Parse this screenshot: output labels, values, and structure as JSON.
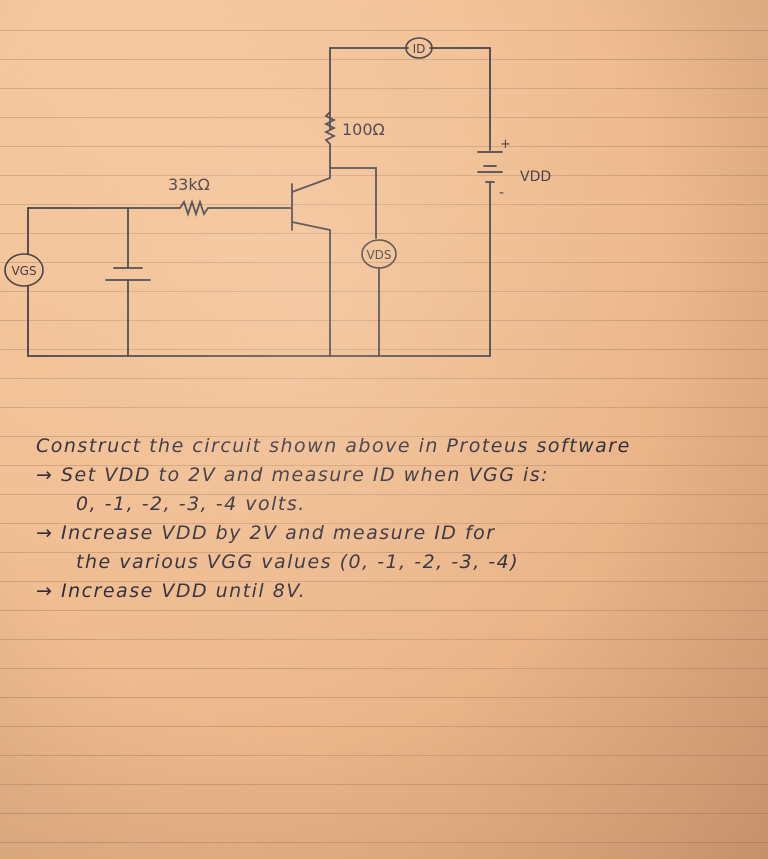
{
  "circuit": {
    "ammeter_label": "ID",
    "drain_resistor_label": "100Ω",
    "supply_label": "VDD",
    "supply_plus": "+",
    "supply_minus": "-",
    "gate_resistor_label": "33kΩ",
    "vds_meter_label": "VDS",
    "vgs_meter_label": "VGS"
  },
  "notes": {
    "line1": "Construct the circuit shown above in Proteus software",
    "line2": "→ Set VDD to 2V and measure ID when VGG is:",
    "line3": "0, -1, -2, -3, -4 volts.",
    "line4": "→ Increase VDD by 2V and measure ID for",
    "line5": "the various VGG values (0, -1, -2, -3, -4)",
    "line6": "→ Increase VDD until 8V."
  }
}
